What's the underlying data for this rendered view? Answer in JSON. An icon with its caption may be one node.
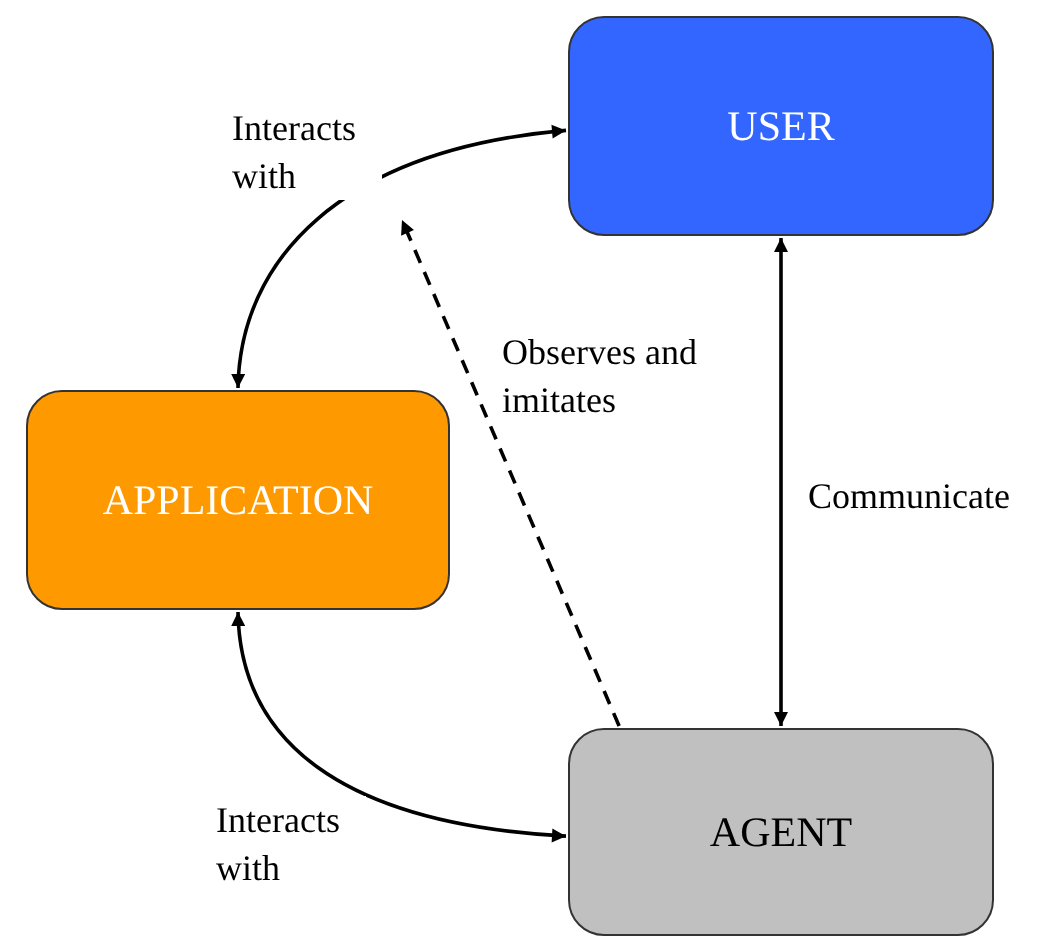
{
  "diagram": {
    "nodes": [
      {
        "text": [
          "USER"
        ]
      },
      {
        "text": [
          "APPLICATION"
        ]
      },
      {
        "text": [
          "AGENT"
        ]
      }
    ],
    "edges": [
      {
        "from": 1,
        "to": 0,
        "arrow": "both",
        "label": "Interacts with"
      },
      {
        "from": 2,
        "to": null,
        "arrow": "to",
        "label": "Observes and imitates",
        "style": "dashed"
      },
      {
        "from": 0,
        "to": 2,
        "arrow": "both",
        "label": "Communicate"
      },
      {
        "from": 1,
        "to": 2,
        "arrow": "both",
        "label": "Interacts with"
      }
    ]
  }
}
